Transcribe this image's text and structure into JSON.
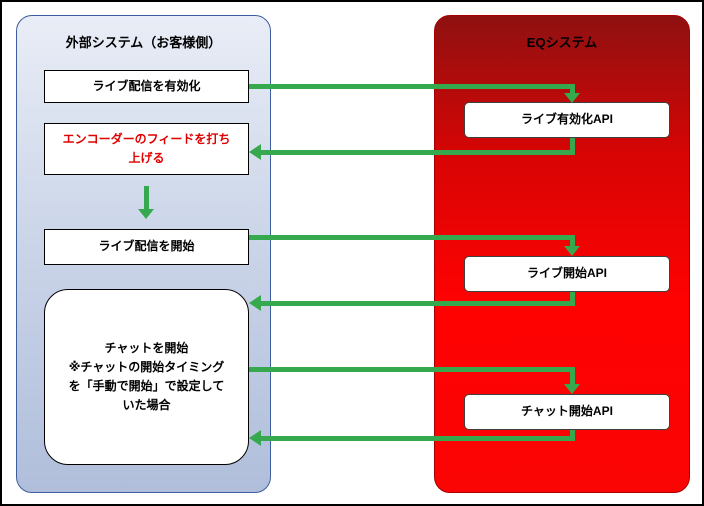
{
  "colors": {
    "arrow_green": "#36a94e",
    "left_panel_border": "#3c5d9e",
    "left_panel_gradient_top": "#e9edf6",
    "left_panel_gradient_bottom": "#b0bedb",
    "right_panel_gradient_top": "#8f1111",
    "right_panel_gradient_bottom": "#fb0404",
    "encoder_text": "#e00000",
    "frame_border": "#000000"
  },
  "left_panel": {
    "title": "外部システム（お客様側）",
    "boxes": {
      "enable_live": "ライブ配信を有効化",
      "encoder_feed": "エンコーダーのフィードを打ち\n上げる",
      "start_live": "ライブ配信を開始",
      "start_chat": "チャットを開始\n※チャットの開始タイミング\nを「手動で開始」で設定して\nいた場合"
    }
  },
  "right_panel": {
    "title": "EQシステム",
    "boxes": {
      "live_enable_api": "ライブ有効化API",
      "live_start_api": "ライブ開始API",
      "chat_start_api": "チャット開始API"
    }
  }
}
